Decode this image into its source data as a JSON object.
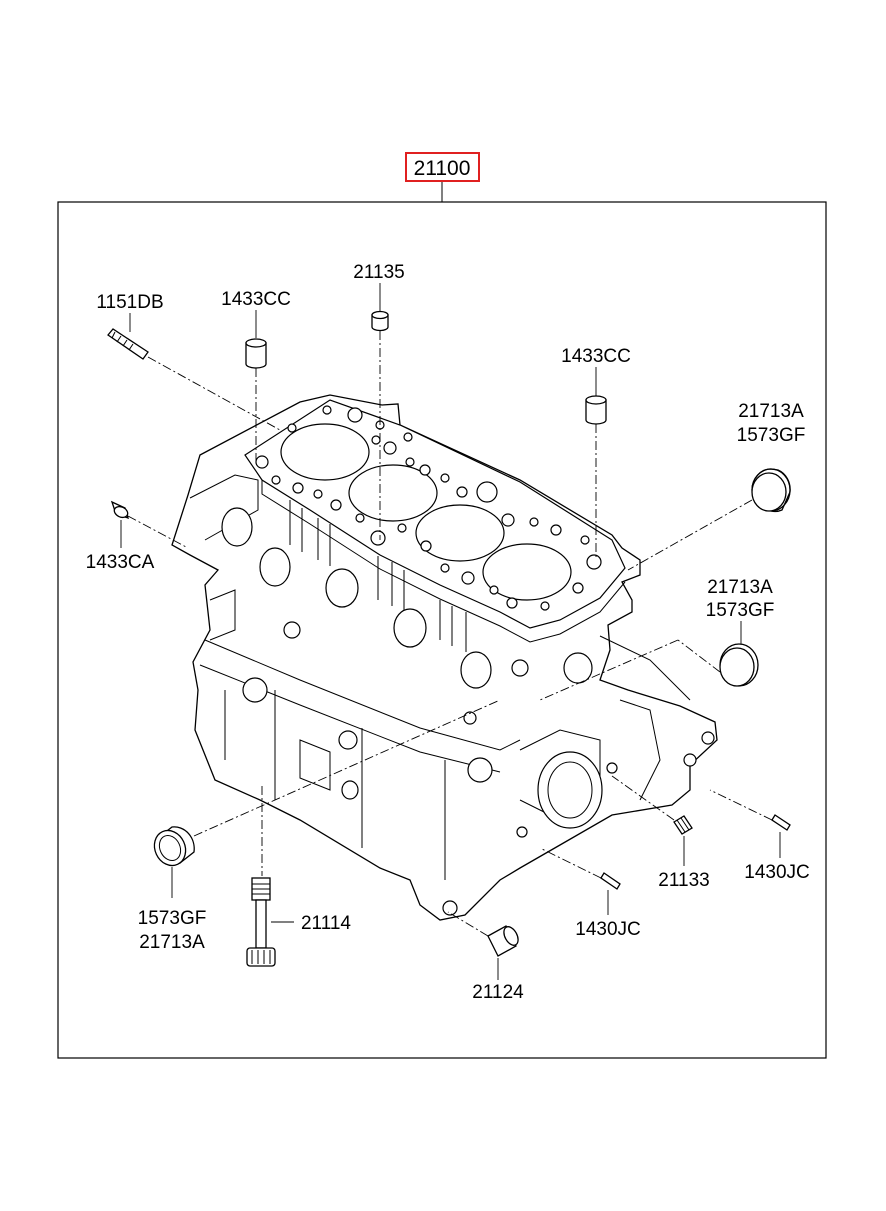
{
  "assembly": {
    "part_number": "21100",
    "highlight_color": "#e02020"
  },
  "callouts": {
    "p1151DB": "1151DB",
    "p1433CC_a": "1433CC",
    "p21135": "21135",
    "p1433CC_b": "1433CC",
    "p21713A_top": "21713A",
    "p1573GF_top": "1573GF",
    "p1433CA": "1433CA",
    "p21713A_mid": "21713A",
    "p1573GF_mid": "1573GF",
    "p1573GF_low": "1573GF",
    "p21713A_low": "21713A",
    "p21114": "21114",
    "p21124": "21124",
    "p21133": "21133",
    "p1430JC_a": "1430JC",
    "p1430JC_b": "1430JC"
  },
  "colors": {
    "line": "#000000",
    "background": "#ffffff",
    "frame": "#000000"
  }
}
